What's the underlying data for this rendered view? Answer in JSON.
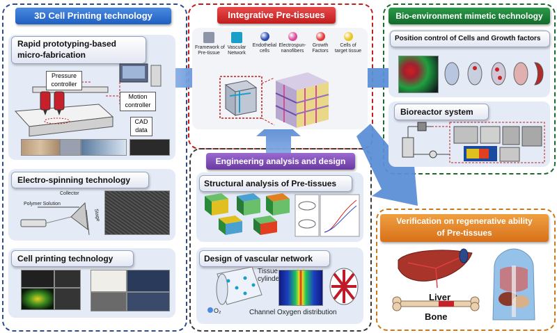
{
  "sections": {
    "cell_printing": {
      "title": "3D Cell Printing technology",
      "rapid": {
        "title_line1": "Rapid prototyping-based",
        "title_line2": "micro-fabrication",
        "pressure_line1": "Pressure",
        "pressure_line2": "controller",
        "motion_line1": "Motion",
        "motion_line2": "controller",
        "cad_line1": "CAD",
        "cad_line2": "data"
      },
      "electro": {
        "title": "Electro-spinning technology",
        "collector": "Collector",
        "polymer": "Polymer Solution",
        "stage": "Stage"
      },
      "cellprint": {
        "title": "Cell printing technology"
      }
    },
    "pre_tissues": {
      "title": "Integrative Pre-tissues",
      "legend": [
        {
          "line1": "Framework of",
          "line2": "Pre-tissue",
          "color": "#8c96a8"
        },
        {
          "line1": "Vascular",
          "line2": "Network",
          "color": "#1aa0c8"
        },
        {
          "line1": "Endothelial",
          "line2": "cells",
          "color": "#2a4fb0"
        },
        {
          "line1": "Electrospun-",
          "line2": "nanofibers",
          "color": "#d84a9a"
        },
        {
          "line1": "Growth",
          "line2": "Factors",
          "color": "#e23a3a"
        },
        {
          "line1": "Cells of",
          "line2": "target tissue",
          "color": "#e8c61a"
        }
      ]
    },
    "bio": {
      "title": "Bio-environment mimetic technology",
      "position": "Position control of Cells and Growth factors",
      "bioreactor": "Bioreactor system"
    },
    "engineering": {
      "title": "Engineering analysis and design",
      "structural": "Structural analysis of Pre-tissues",
      "vascular": {
        "title": "Design of vascular network",
        "tissue_line1": "Tissue",
        "tissue_line2": "cylinder",
        "channel": "Channel",
        "oxygen": "Oxygen distribution",
        "o2": "O₂"
      }
    },
    "verification": {
      "title_line1": "Verification on regenerative ability",
      "title_line2": "of Pre-tissues",
      "liver": "Liver",
      "bone": "Bone"
    }
  },
  "colors": {
    "blue_title": "#2a6fd0",
    "red_title": "#d42a2a",
    "green_title": "#1a7a3a",
    "purple_title": "#7a4ab0",
    "orange_title": "#e2801a",
    "arrow": "#5b8fd6"
  }
}
